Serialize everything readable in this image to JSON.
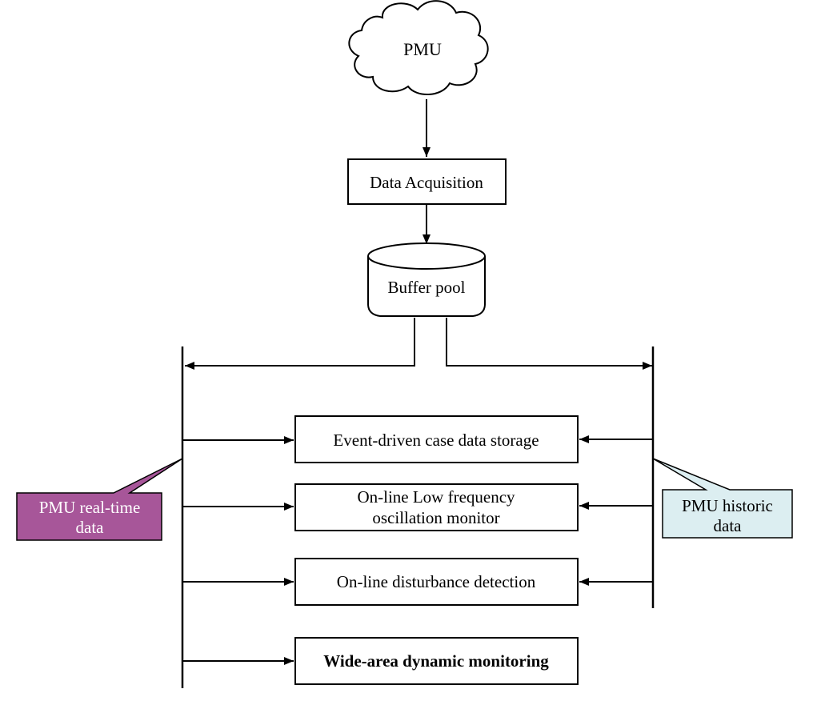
{
  "nodes": {
    "pmu_cloud": {
      "label": "PMU"
    },
    "data_acquisition": {
      "label": "Data Acquisition"
    },
    "buffer_pool": {
      "label": "Buffer pool"
    },
    "event_storage": {
      "label": "Event-driven case data storage"
    },
    "lfo_monitor": {
      "lines": [
        "On-line Low frequency",
        "oscillation monitor"
      ]
    },
    "disturbance_detection": {
      "label": "On-line disturbance detection"
    },
    "wide_area_monitoring": {
      "label": "Wide-area dynamic monitoring"
    }
  },
  "callouts": {
    "realtime": {
      "lines": [
        "PMU real-time",
        "data"
      ],
      "fill": "#a75699",
      "text_color": "#ffffff"
    },
    "historic": {
      "lines": [
        "PMU historic",
        "data"
      ],
      "fill": "#dceef1",
      "text_color": "#000000"
    }
  },
  "colors": {
    "stroke": "#000000",
    "background": "#ffffff"
  }
}
